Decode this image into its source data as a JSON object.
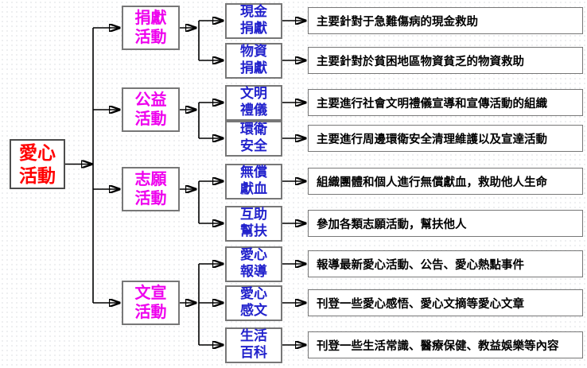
{
  "root": {
    "label": "愛心\n活動"
  },
  "groups": [
    {
      "label": "捐獻\n活動",
      "children": [
        {
          "label": "現金\n捐獻",
          "description": "主要針對于急難傷病的現金救助"
        },
        {
          "label": "物資\n捐獻",
          "description": "主要針對於貧困地區物資貧乏的物資救助"
        }
      ]
    },
    {
      "label": "公益\n活動",
      "children": [
        {
          "label": "文明\n禮儀",
          "description": "主要進行社會文明禮儀宣導和宣傳活動的組織"
        },
        {
          "label": "環衛\n安全",
          "description": "主要進行周邊環衛安全清理維護以及宣達活動"
        }
      ]
    },
    {
      "label": "志願\n活動",
      "children": [
        {
          "label": "無償\n獻血",
          "description": "組織團體和個人進行無償獻血，救助他人生命"
        },
        {
          "label": "互助\n幫扶",
          "description": "參加各類志願活動，幫扶他人"
        }
      ]
    },
    {
      "label": "文宣\n活動",
      "children": [
        {
          "label": "愛心\n報導",
          "description": "報導最新愛心活動、公告、愛心熱點事件"
        },
        {
          "label": "愛心\n感文",
          "description": "刊登一些愛心感悟、愛心文摘等愛心文章"
        },
        {
          "label": "生活\n百科",
          "description": "刊登一些生活常識、醫療保健、教益娛樂等內容"
        }
      ]
    }
  ],
  "colors": {
    "root_text": "#FF0000",
    "group_text": "#EE00EE",
    "child_text": "#2222CC",
    "description_text": "#000000",
    "box_border": "#777777",
    "connector": "#000000"
  }
}
